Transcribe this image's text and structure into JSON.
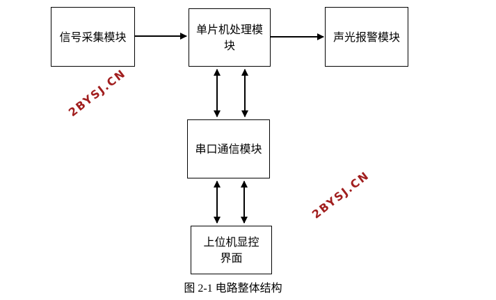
{
  "page": {
    "background": "#ffffff",
    "line_color": "#000000"
  },
  "diagram": {
    "caption": "图 2-1 电路整体结构",
    "nodes": [
      {
        "id": "signal-acquisition",
        "label": "信号采集模块"
      },
      {
        "id": "mcu-processing",
        "label": "单片机处理模\n块"
      },
      {
        "id": "sound-light-alarm",
        "label": "声光报警模块"
      },
      {
        "id": "serial-comm",
        "label": "串口通信模块"
      },
      {
        "id": "host-display",
        "label": "上位机显控\n界面"
      }
    ],
    "edges": [
      {
        "from": "signal-acquisition",
        "to": "mcu-processing",
        "style": "single-arrow-right"
      },
      {
        "from": "mcu-processing",
        "to": "sound-light-alarm",
        "style": "single-arrow-right"
      },
      {
        "from": "mcu-processing",
        "to": "serial-comm",
        "style": "double-line-bidirectional"
      },
      {
        "from": "serial-comm",
        "to": "host-display",
        "style": "double-line-bidirectional"
      }
    ]
  },
  "watermarks": [
    {
      "text": "2BYSJ.CN",
      "color": "#a11e1e"
    },
    {
      "text": "2BYSJ.CN",
      "color": "#a11e1e"
    }
  ]
}
